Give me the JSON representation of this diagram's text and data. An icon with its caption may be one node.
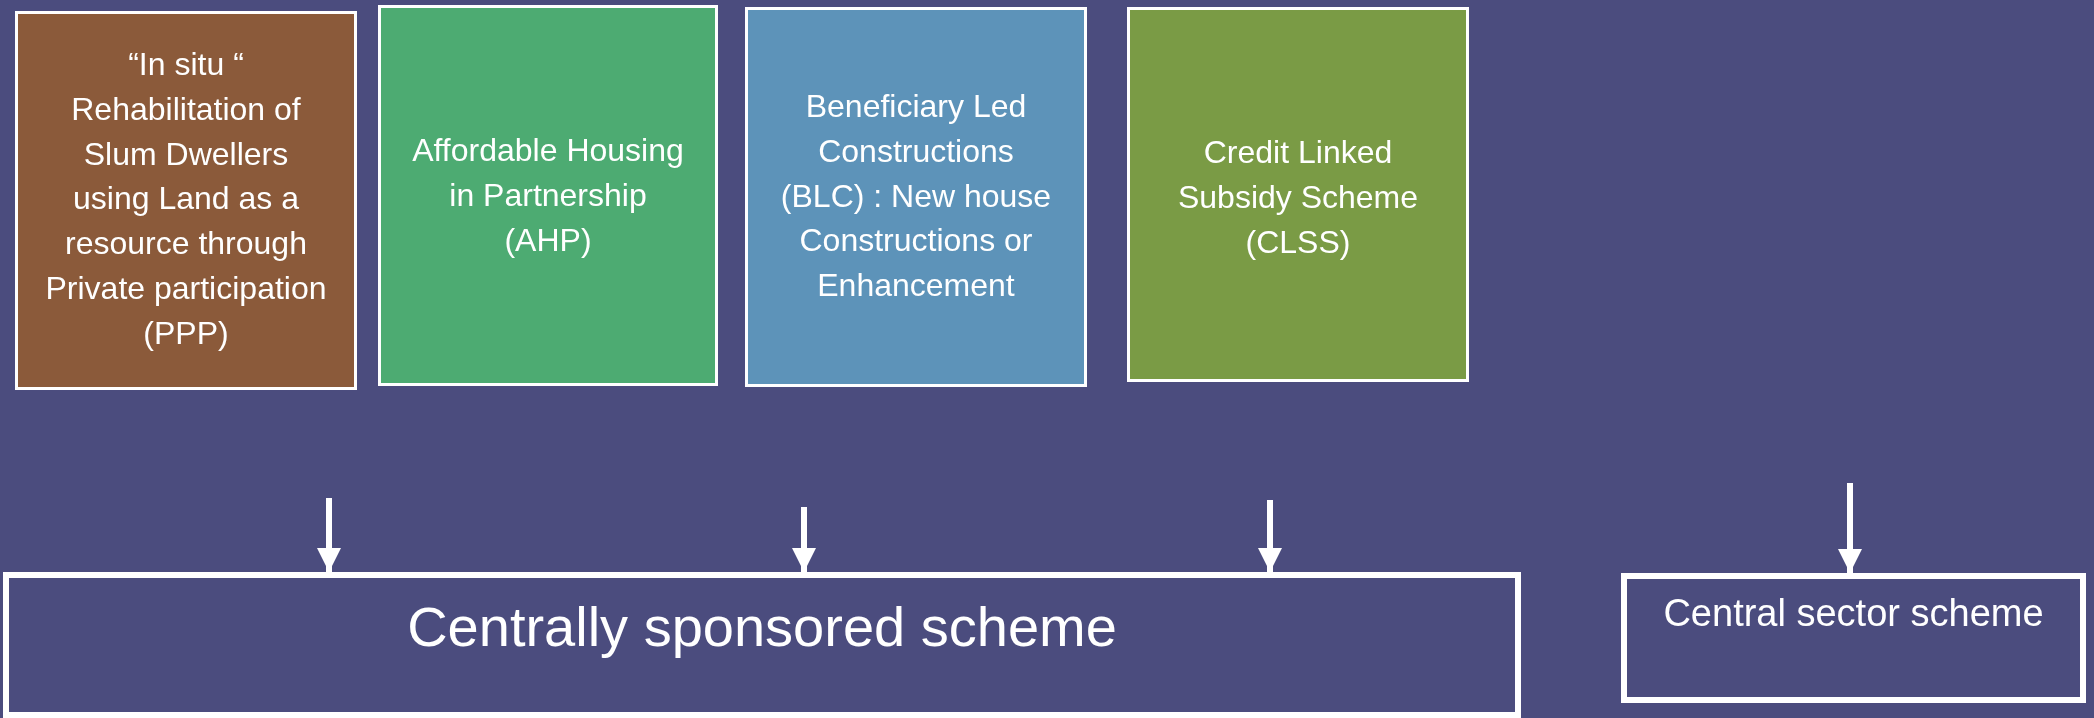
{
  "diagram": {
    "nodes": [
      {
        "text": [
          "“In situ “ Rehabilitation of Slum Dwellers using Land as a resource through Private participation (PPP)"
        ]
      },
      {
        "text": [
          "Affordable Housing in Partnership (AHP)"
        ]
      },
      {
        "text": [
          "Beneficiary Led Constructions (BLC) : New house Constructions or Enhancement"
        ]
      },
      {
        "text": [
          "Credit Linked Subsidy Scheme (CLSS)"
        ]
      },
      {
        "text": [
          "Centrally sponsored scheme"
        ]
      },
      {
        "text": [
          "Central sector scheme"
        ]
      }
    ],
    "edges": [
      {
        "from": null,
        "to": 4,
        "arrow": "to"
      },
      {
        "from": null,
        "to": 4,
        "arrow": "to"
      },
      {
        "from": null,
        "to": 4,
        "arrow": "to"
      },
      {
        "from": null,
        "to": 5,
        "arrow": "to"
      }
    ]
  }
}
